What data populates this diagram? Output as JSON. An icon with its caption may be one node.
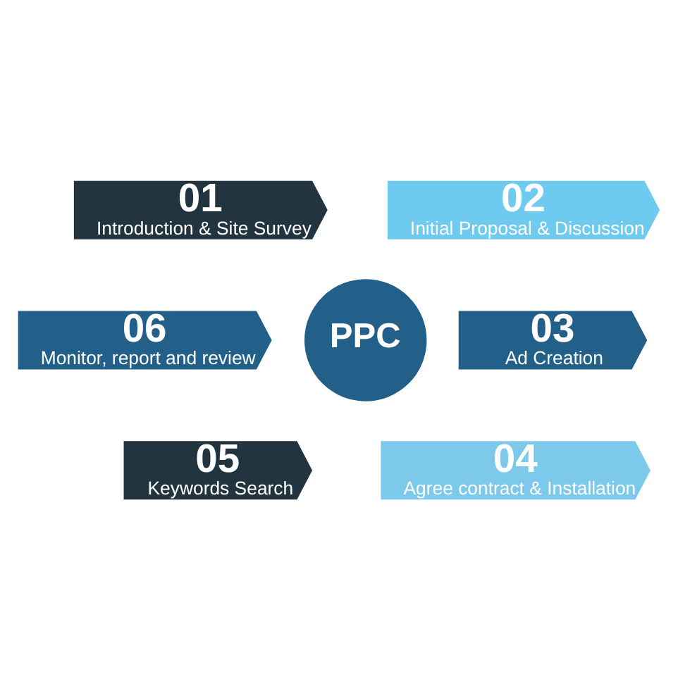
{
  "diagram": {
    "nodes": [
      {
        "text": [
          "PPC"
        ]
      },
      {
        "text": [
          "01",
          "Introduction & Site Survey"
        ]
      },
      {
        "text": [
          "02",
          "Initial Proposal & Discussion"
        ]
      },
      {
        "text": [
          "03",
          "Ad Creation"
        ]
      },
      {
        "text": [
          "04",
          "Agree contract & Installation"
        ]
      },
      {
        "text": [
          "05",
          "Keywords Search"
        ]
      },
      {
        "text": [
          "06",
          "Monitor, report and review"
        ]
      }
    ]
  }
}
